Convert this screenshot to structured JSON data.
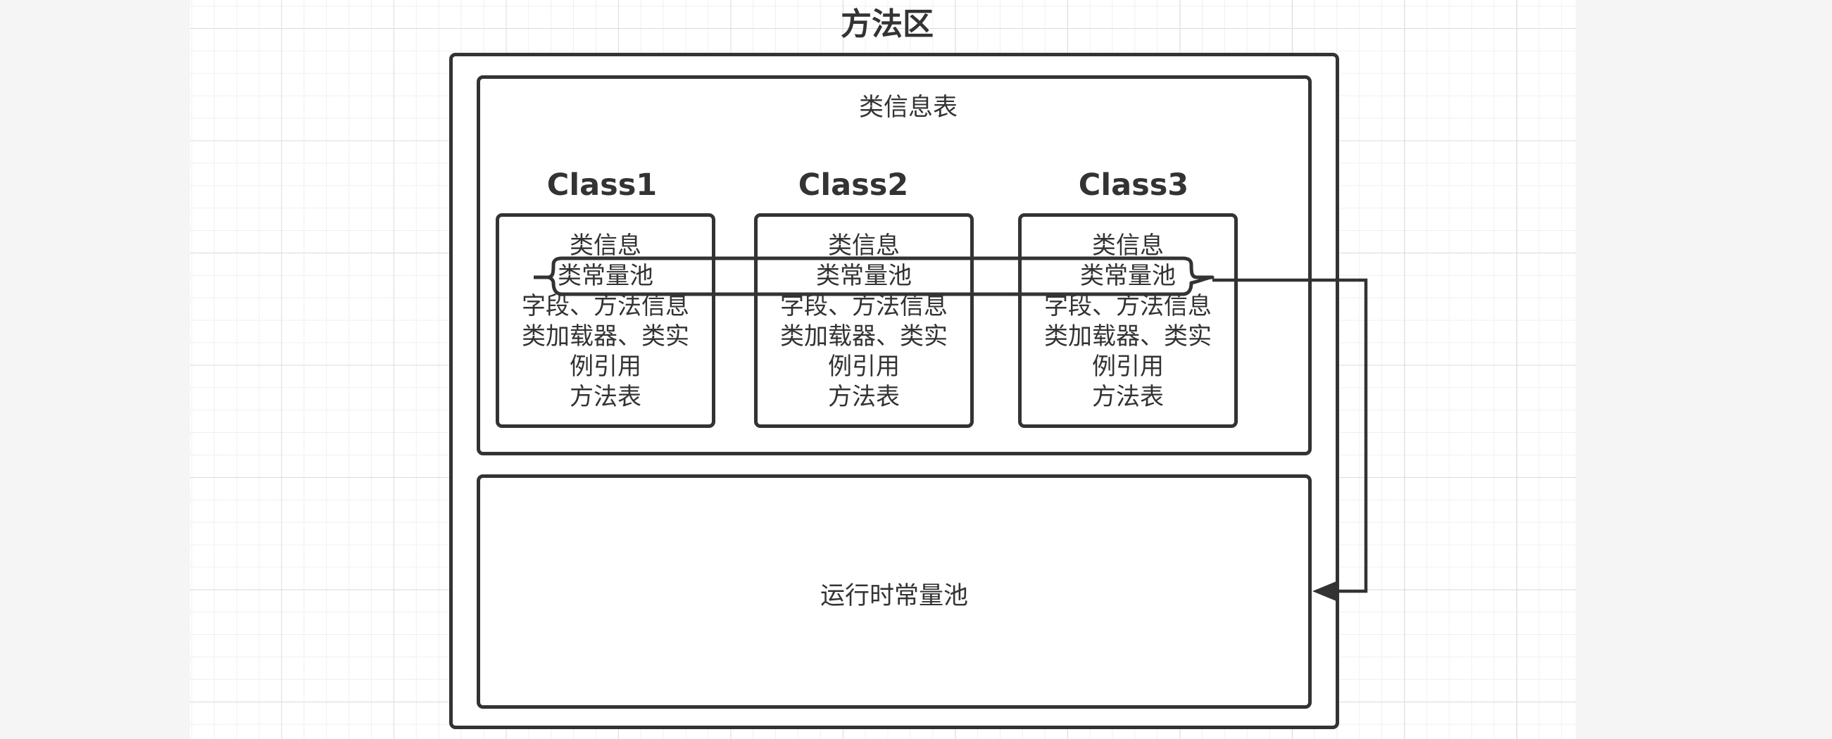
{
  "diagram": {
    "title": "方法区",
    "class_info_table": {
      "label": "类信息表",
      "classes": [
        {
          "name": "Class1",
          "lines": [
            "类信息",
            "类常量池",
            "字段、方法信息",
            "类加载器、类实",
            "例引用",
            "方法表"
          ]
        },
        {
          "name": "Class2",
          "lines": [
            "类信息",
            "类常量池",
            "字段、方法信息",
            "类加载器、类实",
            "例引用",
            "方法表"
          ]
        },
        {
          "name": "Class3",
          "lines": [
            "类信息",
            "类常量池",
            "字段、方法信息",
            "类加载器、类实",
            "例引用",
            "方法表"
          ]
        }
      ]
    },
    "runtime_constant_pool": {
      "label": "运行时常量池"
    },
    "colors": {
      "stroke": "#333333",
      "grid_major": "#dcdcdc",
      "grid_minor": "#f0f0f0",
      "background": "#f5f5f5"
    }
  }
}
